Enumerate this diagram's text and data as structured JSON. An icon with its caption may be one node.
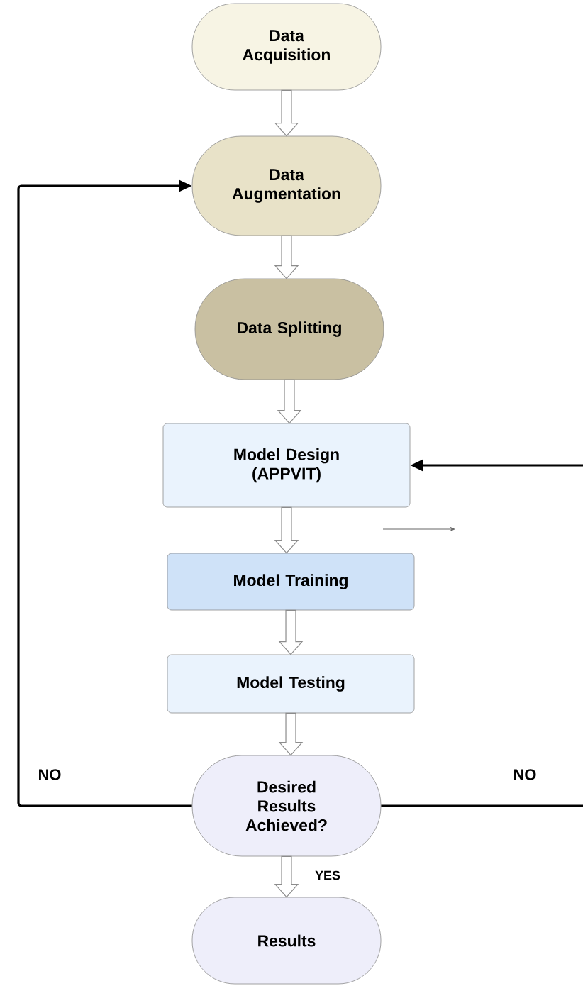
{
  "diagram": {
    "nodes": [
      {
        "text": [
          "Data Acquisition"
        ]
      },
      {
        "text": [
          "Data Augmentation"
        ]
      },
      {
        "text": [
          "Data Splitting"
        ]
      },
      {
        "text": [
          "Model Design (APPVIT)"
        ]
      },
      {
        "text": [
          "Model Training"
        ]
      },
      {
        "text": [
          "Model Testing"
        ]
      },
      {
        "text": [
          "Desired Results Achieved?"
        ]
      },
      {
        "text": [
          "Results"
        ]
      }
    ],
    "edges": [
      {
        "from": 0,
        "to": 1,
        "arrow": "to"
      },
      {
        "from": 1,
        "to": 2,
        "arrow": "to"
      },
      {
        "from": 2,
        "to": 3,
        "arrow": "to"
      },
      {
        "from": 3,
        "to": 4,
        "arrow": "to"
      },
      {
        "from": 4,
        "to": 5,
        "arrow": "to"
      },
      {
        "from": 5,
        "to": 6,
        "arrow": "to"
      },
      {
        "from": 6,
        "to": 7,
        "arrow": "to",
        "label": "YES"
      },
      {
        "from": 6,
        "to": 1,
        "arrow": "to",
        "label": "NO"
      },
      {
        "from": 6,
        "to": null,
        "arrow": "none",
        "label": "NO"
      },
      {
        "from": null,
        "to": 3,
        "arrow": "to"
      }
    ]
  }
}
